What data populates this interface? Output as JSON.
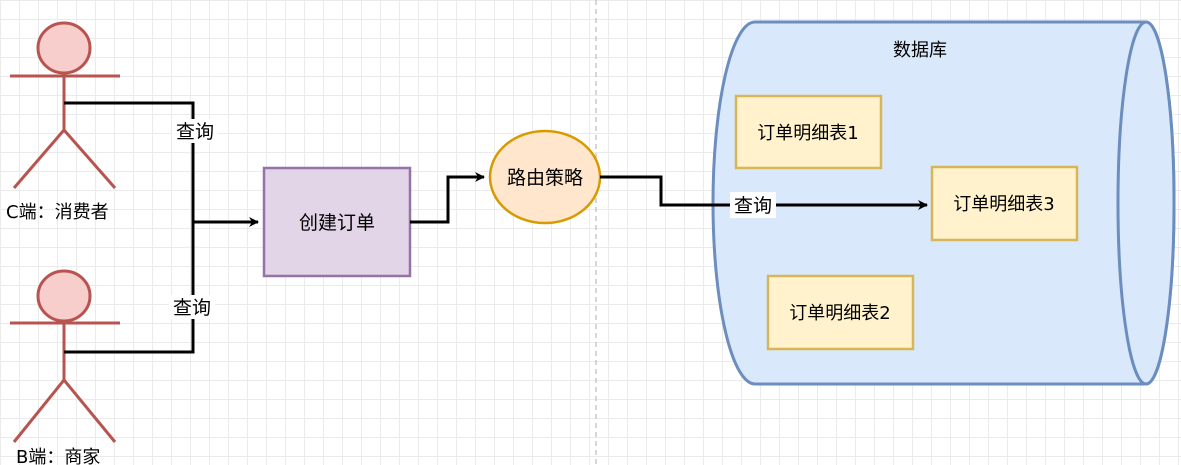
{
  "actors": {
    "consumer": {
      "label": "C端：消费者"
    },
    "merchant": {
      "label": "B端：商家"
    }
  },
  "nodes": {
    "create_order": {
      "label": "创建订单"
    },
    "routing": {
      "label": "路由策略"
    }
  },
  "database": {
    "title": "数据库",
    "tables": [
      {
        "label": "订单明细表1"
      },
      {
        "label": "订单明细表3"
      },
      {
        "label": "订单明细表2"
      }
    ]
  },
  "edges": {
    "consumer_query": "查询",
    "merchant_query": "查询",
    "routing_query": "查询"
  },
  "colors": {
    "actor_stroke": "#b85450",
    "actor_fill": "#f8cecc",
    "process_fill": "#e1d5e7",
    "process_stroke": "#9673a6",
    "routing_fill": "#ffe6cc",
    "routing_stroke": "#d79b00",
    "db_fill": "#dae8fc",
    "db_stroke": "#6c8ebf",
    "table_fill": "#fff2cc",
    "table_stroke": "#d6b656"
  }
}
